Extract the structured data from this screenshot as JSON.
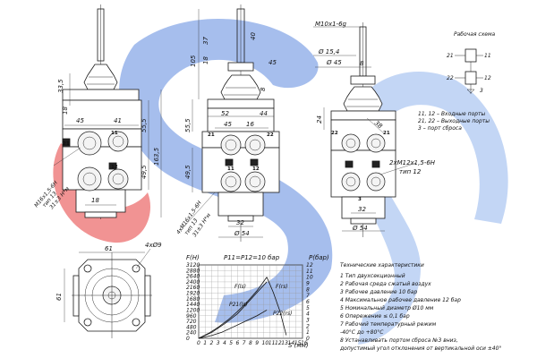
{
  "dimensions": {
    "d335": "33,5",
    "d18a": "18",
    "d45a": "45",
    "d41": "41",
    "d555a": "55,5",
    "d495a": "49,5",
    "d1635": "163,5",
    "d18b": "18",
    "thread_left": "M16x1,5-6H",
    "type_left": "тип 13",
    "depth_left": "31±3 Н*м",
    "d37": "37",
    "d40": "40",
    "d105": "105",
    "d18c": "18",
    "d8a": "8",
    "d45b": "45",
    "d52": "52",
    "d44": "44",
    "d555b": "55,5",
    "d495b": "49,5",
    "d45c": "45",
    "d16": "16",
    "d32a": "32",
    "d54a": "Ø 54",
    "thread_mid": "4хM16x1,5-6H",
    "type_mid": "тип 13",
    "depth_mid": "31±3 Н*м",
    "m10": "M10x1-6g",
    "d154": "Ø 15,4",
    "d8b": "8",
    "d45d": "Ø 45",
    "d24": "24",
    "d38": "38",
    "thread_right": "2хM12x1,5-6H",
    "type_right": "тип 12",
    "d32b": "32",
    "d54b": "Ø 54",
    "d61a": "61",
    "holes": "4хØ9",
    "d61b": "61"
  },
  "port_labels": {
    "p21a": "21",
    "p11a": "11",
    "p12a": "12",
    "p21b": "21",
    "p22b": "22",
    "p11b": "11",
    "p12b": "12",
    "p22c": "22",
    "p21c": "21",
    "p3": "3"
  },
  "scheme": {
    "title": "Рабочая схема",
    "n21": "21",
    "n11": "11",
    "n22": "22",
    "n12": "12",
    "n3": "3",
    "legend1": "11, 12 – Входные порты",
    "legend2": "21, 22 – Выходные порты",
    "legend3": "3 – порт сброса"
  },
  "chart_data": {
    "type": "line",
    "title": "P11=P12=10 бар",
    "ylabel_left": "F(Н)",
    "ylabel_right": "P(бар)",
    "xlabel": "S (мм)",
    "x_ticks": [
      0,
      1,
      2,
      3,
      4,
      5,
      6,
      7,
      8,
      9,
      10,
      11,
      12,
      13,
      14,
      15,
      16
    ],
    "y_left_ticks": [
      0,
      240,
      480,
      720,
      960,
      1200,
      1440,
      1680,
      1920,
      2160,
      2400,
      2640,
      2880,
      3120
    ],
    "y_right_ticks": [
      0,
      1,
      2,
      3,
      4,
      5,
      6,
      7,
      8,
      9,
      10,
      11,
      12
    ],
    "xlim": [
      0,
      16
    ],
    "ylim_left": [
      0,
      3120
    ],
    "ylim_right": [
      0,
      12
    ],
    "series": [
      {
        "name": "F(ls)",
        "axis": "left",
        "x": [
          0,
          2,
          4,
          6,
          7.5,
          9,
          10.5
        ],
        "y": [
          0,
          250,
          620,
          1050,
          1500,
          1950,
          2400
        ]
      },
      {
        "name": "F(rs)",
        "axis": "left",
        "x": [
          0,
          2,
          3.5,
          5,
          7,
          9,
          10.5
        ],
        "y": [
          0,
          120,
          250,
          440,
          700,
          960,
          1200
        ]
      },
      {
        "name": "P21(ls)",
        "axis": "right",
        "x": [
          0,
          1.5,
          3,
          4.5,
          6,
          7.5,
          9,
          10.5
        ],
        "y": [
          0,
          0.8,
          1.8,
          3.0,
          4.4,
          6.0,
          7.8,
          10
        ]
      },
      {
        "name": "P22(rs)",
        "axis": "right",
        "x": [
          10.5,
          11.5,
          12.5,
          13.5
        ],
        "y": [
          10,
          7.5,
          4.5,
          0.5
        ]
      }
    ],
    "annotations": [
      "F(ls)",
      "F(rs)",
      "P21(ls)",
      "P22(rs)"
    ]
  },
  "specs": {
    "heading": "Технические характеристики",
    "items": [
      "1  Тип  двухсекционный",
      "2  Рабочая среда  сжатый воздух",
      "3  Рабочее давление  10 бар",
      "4  Максимальное рабочее давление  12 бар",
      "5  Номинальный диаметр  Ø10 мм",
      "6  Опережение  ≤ 0,1 бар",
      "7  Рабочий температурный режим",
      "    -40°С до +80°С",
      "8  Устанавливать портом сброса №3 вниз,",
      "допустимый угол отклонения от вертикальной оси ±40°"
    ]
  }
}
